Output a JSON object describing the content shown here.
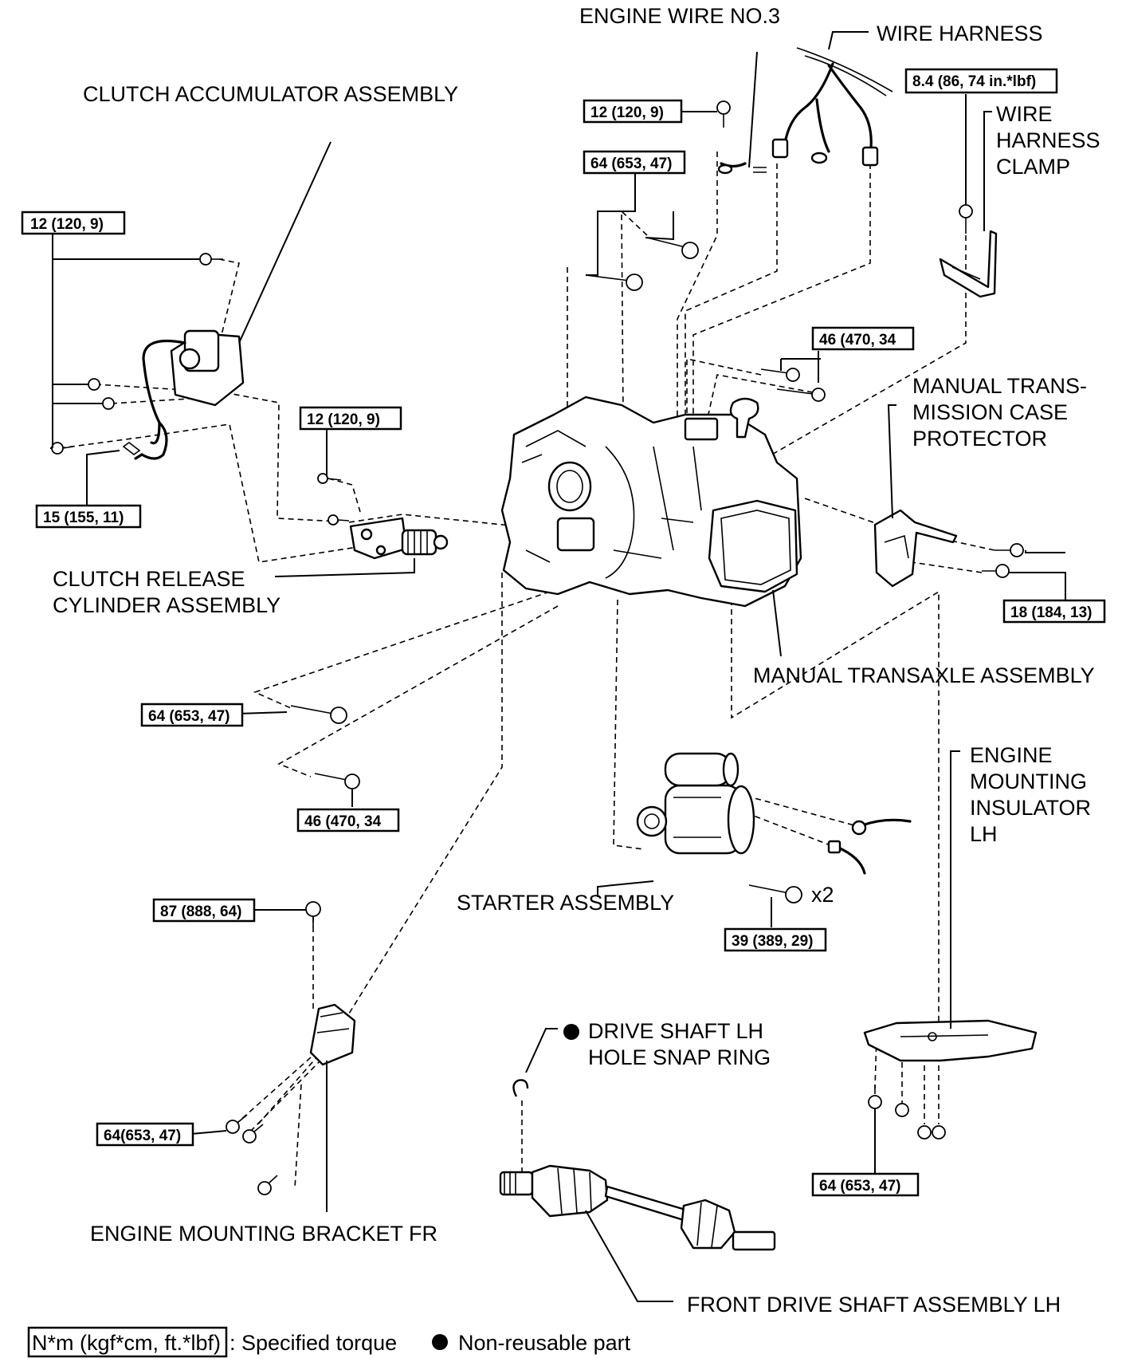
{
  "labels": {
    "engine_wire": "ENGINE WIRE NO.3",
    "wire_harness": "WIRE HARNESS",
    "clutch_accumulator": "CLUTCH ACCUMULATOR ASSEMBLY",
    "harness_clamp": [
      "WIRE",
      "HARNESS",
      "CLAMP"
    ],
    "case_protector": [
      "MANUAL TRANS-",
      "MISSION CASE",
      "PROTECTOR"
    ],
    "release_cylinder": [
      "CLUTCH RELEASE",
      "CYLINDER ASSEMBLY"
    ],
    "transaxle": "MANUAL TRANSAXLE ASSEMBLY",
    "insulator": [
      "ENGINE",
      "MOUNTING",
      "INSULATOR",
      "LH"
    ],
    "starter": "STARTER ASSEMBLY",
    "snap_ring": [
      "DRIVE SHAFT LH",
      "HOLE SNAP RING"
    ],
    "bracket_fr": "ENGINE MOUNTING BRACKET FR",
    "drive_shaft": "FRONT DRIVE SHAFT ASSEMBLY LH",
    "multiplier": "x2"
  },
  "torques": {
    "t_acc": "12 (120, 9)",
    "t_wire": "12 (120, 9)",
    "t_clamp": "8.4 (86, 74 in.*lbf)",
    "t_top": "64 (653, 47)",
    "t_46a": "46 (470, 34",
    "t_rel": "12 (120, 9)",
    "t_15": "15 (155, 11)",
    "t_18": "18 (184, 13)",
    "t_64b": "64 (653, 47)",
    "t_46b": "46 (470, 34",
    "t_87": "87 (888, 64)",
    "t_39": "39 (389, 29)",
    "t_64c": "64(653, 47)",
    "t_64d": "64 (653, 47)"
  },
  "legend": {
    "box": "N*m (kgf*cm, ft.*lbf)",
    "torque_text": ": Specified torque",
    "nonreuse_text": "Non-reusable part"
  }
}
